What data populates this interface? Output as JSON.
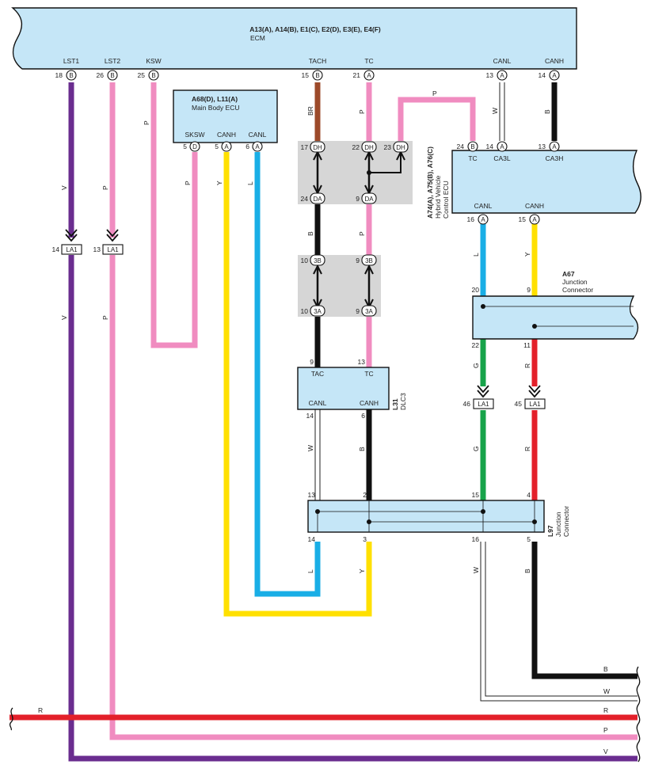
{
  "ecm": {
    "codes": "A13(A), A14(B), E1(C), E2(D), E3(E), E4(F)",
    "name": "ECM",
    "pins": [
      {
        "label": "LST1",
        "num": "18",
        "conn": "B"
      },
      {
        "label": "LST2",
        "num": "26",
        "conn": "B"
      },
      {
        "label": "KSW",
        "num": "25",
        "conn": "B"
      },
      {
        "label": "TACH",
        "num": "15",
        "conn": "B"
      },
      {
        "label": "TC",
        "num": "21",
        "conn": "A"
      },
      {
        "label": "CANL",
        "num": "13",
        "conn": "A"
      },
      {
        "label": "CANH",
        "num": "14",
        "conn": "A"
      }
    ]
  },
  "main_body_ecu": {
    "codes": "A68(D), L11(A)",
    "name": "Main Body ECU",
    "pins": [
      {
        "label": "SKSW",
        "num": "5",
        "conn": "D"
      },
      {
        "label": "CANH",
        "num": "5",
        "conn": "A"
      },
      {
        "label": "CANL",
        "num": "6",
        "conn": "A"
      }
    ]
  },
  "hybrid_ecu": {
    "codes": "A74(A), A75(B), A76(C)",
    "name_1": "Hybrid Vehicle",
    "name_2": "Control ECU",
    "top_pins": [
      {
        "label": "TC",
        "num": "24",
        "conn": "B"
      },
      {
        "label": "CA3L",
        "num": "14",
        "conn": "A"
      },
      {
        "label": "CA3H",
        "num": "13",
        "conn": "A"
      }
    ],
    "bottom_pins": [
      {
        "label": "CANL",
        "num": "16",
        "conn": "A"
      },
      {
        "label": "CANH",
        "num": "15",
        "conn": "A"
      }
    ]
  },
  "dlc3": {
    "code": "L31",
    "name": "DLC3",
    "top_pins": [
      {
        "label": "TAC",
        "num": "9"
      },
      {
        "label": "TC",
        "num": "13"
      }
    ],
    "bottom_pins": [
      {
        "label": "CANL",
        "num": "14"
      },
      {
        "label": "CANH",
        "num": "6"
      }
    ]
  },
  "a67": {
    "code": "A67",
    "name_1": "Junction",
    "name_2": "Connector",
    "pins_top": [
      "20",
      "9"
    ],
    "pins_bottom": [
      "22",
      "11"
    ]
  },
  "l97": {
    "code": "L97",
    "name_1": "Junction",
    "name_2": "Connector",
    "pins_top": [
      "13",
      "2",
      "15",
      "4"
    ],
    "pins_bottom": [
      "14",
      "3",
      "16",
      "5"
    ]
  },
  "junction_connectors": {
    "dh": "DH",
    "da": "DA",
    "3b": "3B",
    "3a": "3A",
    "pins": {
      "dh_17": "17",
      "dh_22": "22",
      "dh_23": "23",
      "da_24": "24",
      "da_9": "9",
      "3b_10": "10",
      "3b_9": "9",
      "3a_10": "10",
      "3a_9": "9"
    }
  },
  "la1": {
    "label": "LA1",
    "pins": [
      "14",
      "13",
      "46",
      "45"
    ]
  },
  "wire_labels": {
    "v1": "V",
    "p1": "P",
    "p2": "P",
    "v2": "V",
    "p3": "P",
    "p_ksw": "P",
    "p_sksw": "P",
    "y_canh": "Y",
    "l_canl": "L",
    "br": "BR",
    "p_tc": "P",
    "p_top": "P",
    "w_canl": "W",
    "b_canh": "B",
    "b_dh": "B",
    "p_dh": "P",
    "l_hv": "L",
    "y_hv": "Y",
    "g": "G",
    "r": "R",
    "g2": "G",
    "r2": "R",
    "w_dlc": "W",
    "b_dlc": "B",
    "l_bot": "L",
    "y_bot": "Y",
    "w_bot": "W",
    "b_bot": "B"
  },
  "bus_labels": {
    "b": "B",
    "w": "W",
    "r": "R",
    "p": "P",
    "v": "V",
    "r_left": "R"
  },
  "colors": {
    "violet": "#6a2d8f",
    "pink": "#f08cc0",
    "brown": "#9c4a2a",
    "black": "#111111",
    "yellow": "#ffe000",
    "blue": "#19aee6",
    "green": "#17a34a",
    "red": "#e3202a",
    "white_wire": "#ffffff",
    "box_fill": "#c5e6f7",
    "gray_block": "#d6d6d6"
  }
}
